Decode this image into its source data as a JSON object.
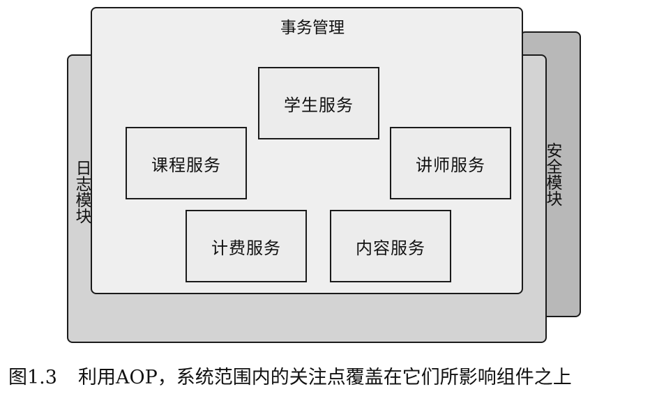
{
  "layers": {
    "security": "安全模块",
    "logging": "日志模块",
    "transaction": "事务管理"
  },
  "services": [
    "学生服务",
    "课程服务",
    "讲师服务",
    "计费服务",
    "内容服务"
  ],
  "caption": {
    "number": "图1.3",
    "text": "利用AOP，系统范围内的关注点覆盖在它们所影响组件之上"
  },
  "colors": {
    "security_fill": "#b8b8b8",
    "logging_fill": "#d3d3d3",
    "transaction_fill": "#efefef",
    "service_fill": "#ececec",
    "stroke": "#1a1a1a"
  }
}
